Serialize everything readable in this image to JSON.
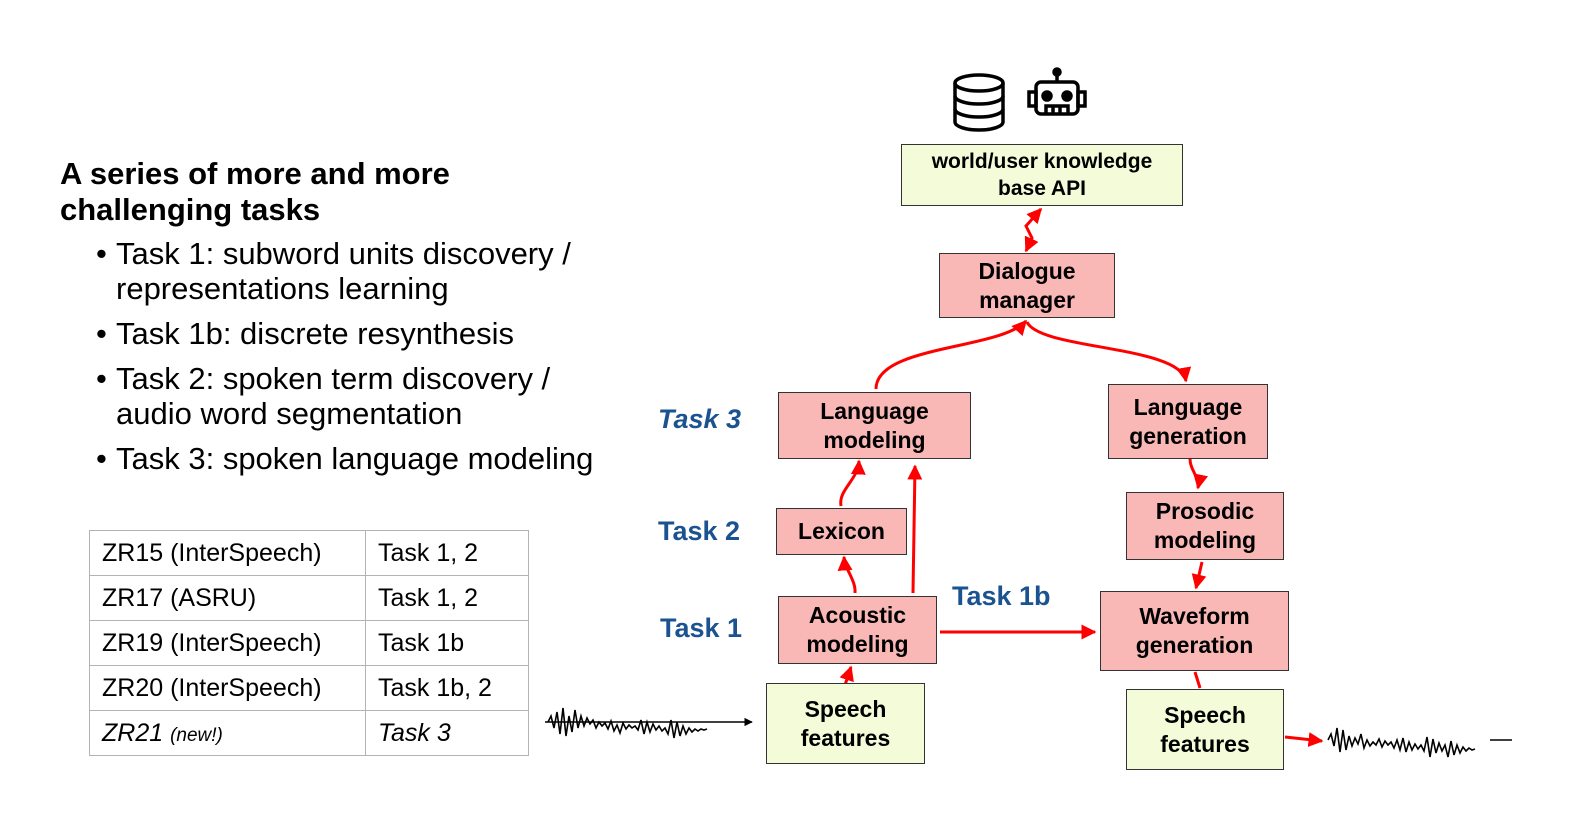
{
  "heading": "A series of more and more challenging tasks",
  "bullets": [
    {
      "line1": "Task 1: subword units discovery /",
      "line2": "representations learning"
    },
    {
      "line1": "Task 1b: discrete resynthesis",
      "line2": ""
    },
    {
      "line1": "Task 2: spoken term discovery /",
      "line2": "audio word segmentation"
    },
    {
      "line1": "Task 3: spoken language modeling",
      "line2": ""
    }
  ],
  "table": {
    "rows": [
      {
        "challenge": "ZR15 (InterSpeech)",
        "tasks": "Task 1, 2"
      },
      {
        "challenge": "ZR17 (ASRU)",
        "tasks": "Task 1, 2"
      },
      {
        "challenge": "ZR19 (InterSpeech)",
        "tasks": "Task 1b"
      },
      {
        "challenge": "ZR20 (InterSpeech)",
        "tasks": "Task 1b, 2"
      },
      {
        "challenge": "ZR21",
        "note": "(new!)",
        "tasks": "Task 3"
      }
    ]
  },
  "diagram": {
    "knowledge_base": {
      "line1": "world/user knowledge",
      "line2": "base API"
    },
    "dialogue_manager": {
      "line1": "Dialogue",
      "line2": "manager"
    },
    "language_modeling": {
      "line1": "Language",
      "line2": "modeling"
    },
    "lexicon": "Lexicon",
    "acoustic_modeling": {
      "line1": "Acoustic",
      "line2": "modeling"
    },
    "speech_features_in": {
      "line1": "Speech",
      "line2": "features"
    },
    "language_generation": {
      "line1": "Language",
      "line2": "generation"
    },
    "prosodic_modeling": {
      "line1": "Prosodic",
      "line2": "modeling"
    },
    "waveform_generation": {
      "line1": "Waveform",
      "line2": "generation"
    },
    "speech_features_out": {
      "line1": "Speech",
      "line2": "features"
    },
    "task_labels": {
      "task3": "Task 3",
      "task2": "Task 2",
      "task1": "Task 1",
      "task1b": "Task 1b"
    },
    "icons": [
      "database-icon",
      "robot-icon"
    ],
    "colors": {
      "arrow": "#ff0000",
      "pink_box": "#f9b7b6",
      "yellow_box": "#f4fbd9",
      "task_label": "#1b5390"
    }
  }
}
